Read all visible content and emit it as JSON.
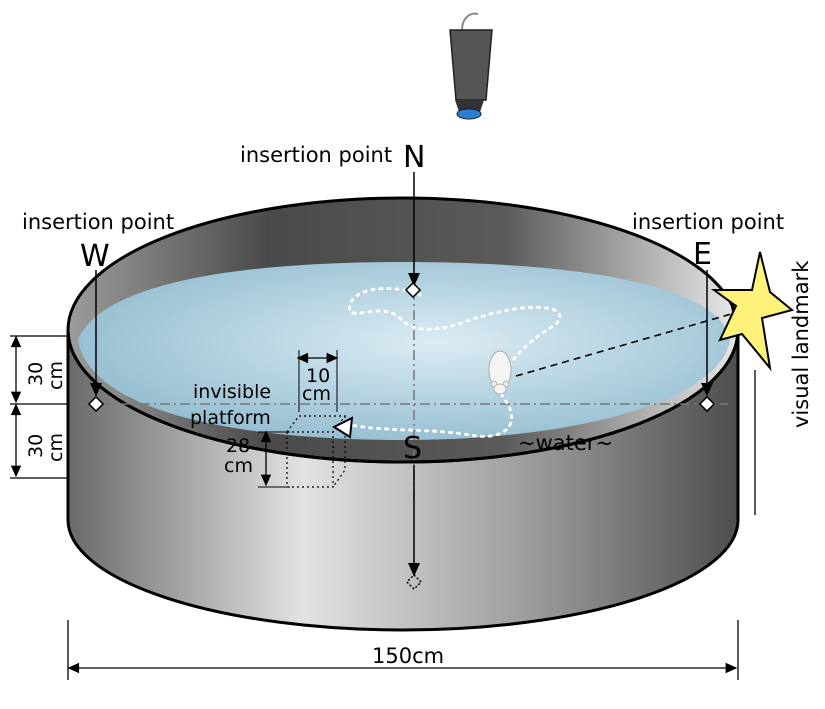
{
  "labels": {
    "camera": "",
    "insertion_n": "insertion point",
    "insertion_w": "insertion point",
    "insertion_e": "insertion point",
    "north": "N",
    "south": "S",
    "west": "W",
    "east": "E",
    "visual_landmark": "visual landmark",
    "invisible_line1": "invisible",
    "invisible_line2": "platform",
    "plat_width_1": "10",
    "plat_width_2": "cm",
    "plat_height_1": "28",
    "plat_height_2": "cm",
    "wall_upper_1": "30",
    "wall_upper_2": "cm",
    "wall_lower_1": "30",
    "wall_lower_2": "cm",
    "water": "~water~",
    "diameter": "150cm"
  },
  "colors": {
    "water_light": "#cfe4ee",
    "water_dark": "#8fb9cd",
    "wall_light": "#d8d8d8",
    "wall_dark": "#4a4a4a",
    "landmark_fill": "#fff27a",
    "camera_lens": "#2b7fd0"
  },
  "icons": [
    "camera-icon",
    "mouse-icon",
    "star-landmark-icon",
    "platform-marker-icon"
  ]
}
